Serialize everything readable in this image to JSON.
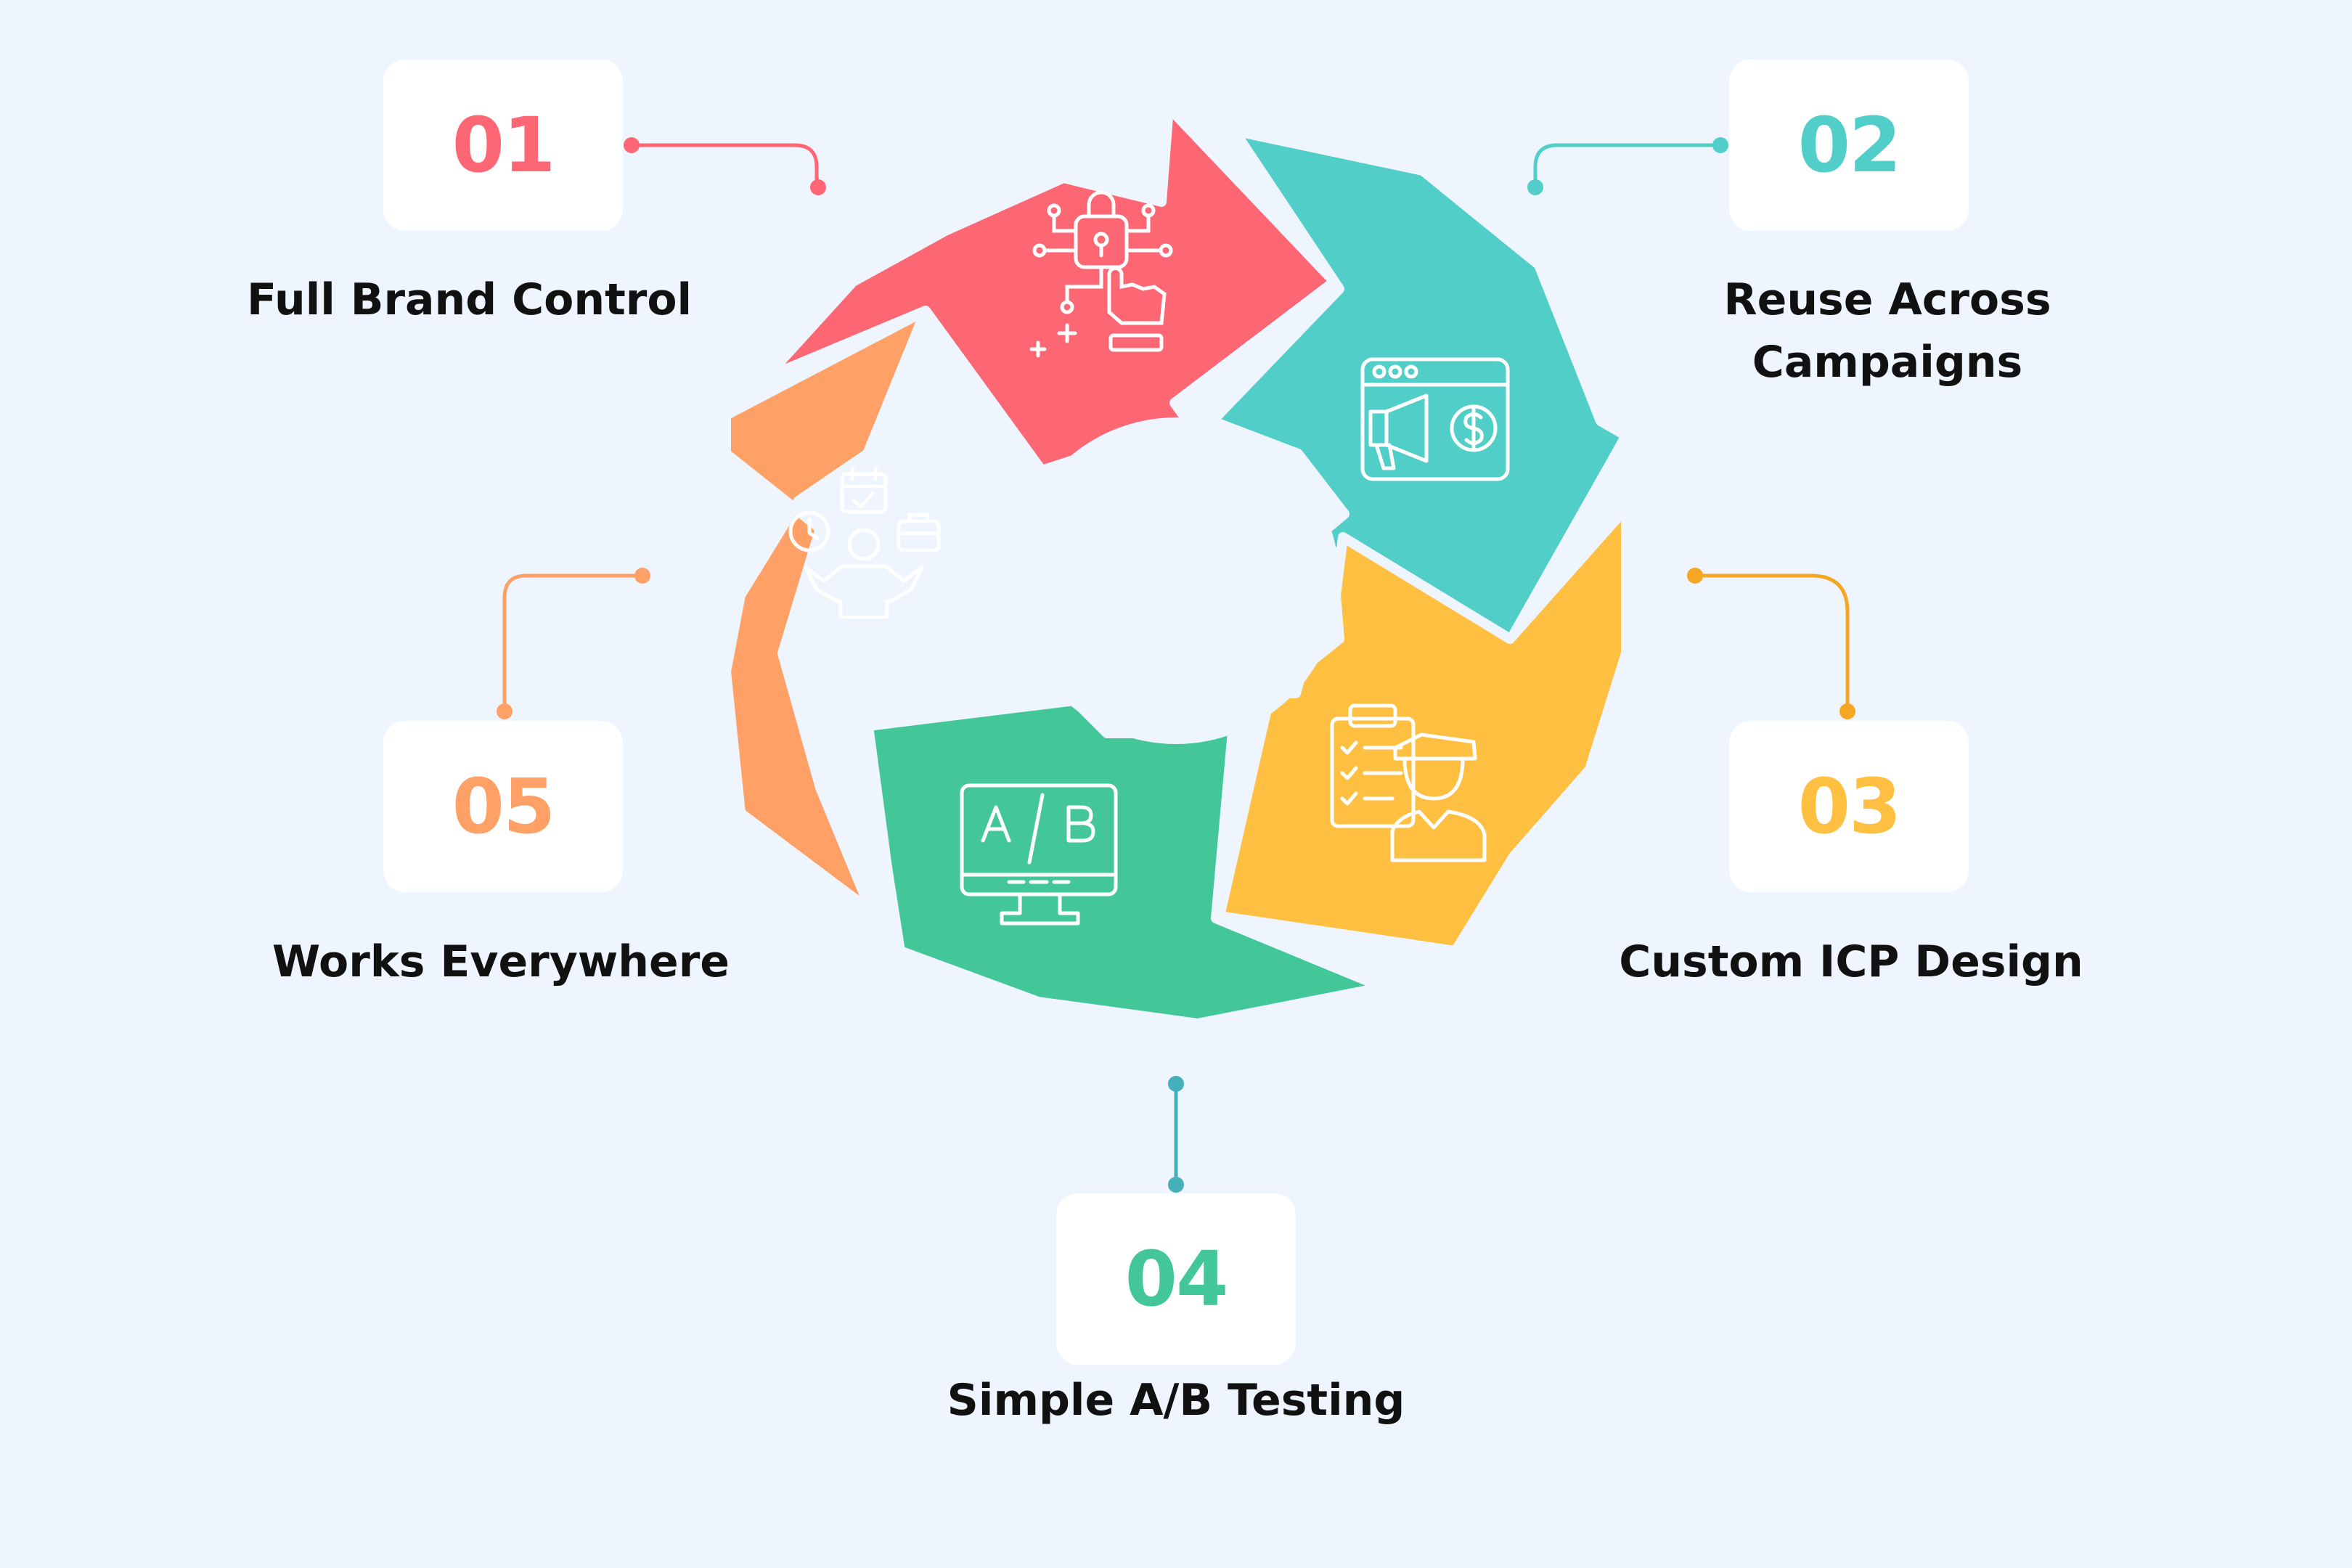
{
  "colors": {
    "background": "#eef5fe",
    "step_01": "#fd6673",
    "step_02": "#52cec8",
    "step_03": "#ffbf41",
    "step_04": "#43c799",
    "step_05": "#ffa067"
  },
  "steps": [
    {
      "number": "01",
      "label": "Full Brand Control",
      "icon": "lock-circuit-hand-icon"
    },
    {
      "number": "02",
      "label_line1": "Reuse Across",
      "label_line2": "Campaigns",
      "icon": "browser-megaphone-dollar-icon"
    },
    {
      "number": "03",
      "label": "Custom ICP Design",
      "icon": "clipboard-persona-icon"
    },
    {
      "number": "04",
      "label": "Simple A/B Testing",
      "icon": "ab-monitor-icon"
    },
    {
      "number": "05",
      "label": "Works Everywhere",
      "icon": "person-juggling-tasks-icon"
    }
  ]
}
